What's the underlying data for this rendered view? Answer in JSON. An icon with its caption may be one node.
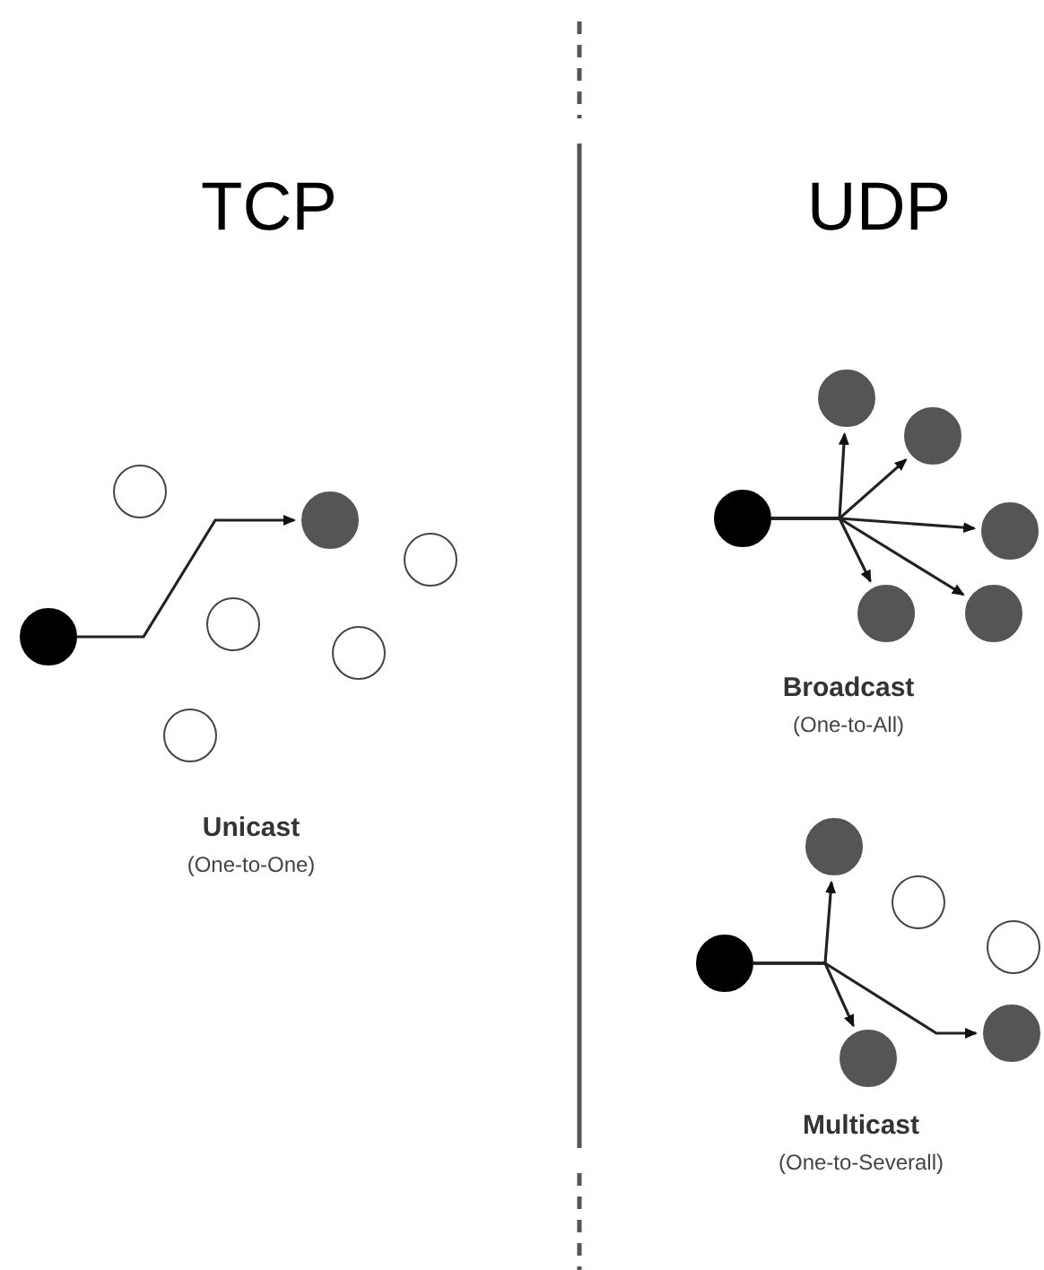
{
  "diagram": {
    "nodes": [
      {
        "text": [],
        "shape": "circle"
      },
      {
        "text": [],
        "shape": "circle"
      },
      {
        "text": [],
        "shape": "circle"
      },
      {
        "text": [],
        "shape": "circle"
      },
      {
        "text": [],
        "shape": "circle"
      },
      {
        "text": [],
        "shape": "circle"
      },
      {
        "text": [],
        "shape": "circle"
      },
      {
        "text": [],
        "shape": "circle"
      },
      {
        "text": [],
        "shape": "circle"
      },
      {
        "text": [],
        "shape": "circle"
      },
      {
        "text": [],
        "shape": "circle"
      },
      {
        "text": [],
        "shape": "circle"
      },
      {
        "text": [],
        "shape": "circle"
      },
      {
        "text": [],
        "shape": "circle"
      },
      {
        "text": [],
        "shape": "circle"
      },
      {
        "text": [],
        "shape": "circle"
      },
      {
        "text": [],
        "shape": "circle"
      },
      {
        "text": [],
        "shape": "circle"
      },
      {
        "text": [],
        "shape": "circle"
      }
    ],
    "edges": [
      {
        "from": 0,
        "to": 2,
        "arrow": "to"
      },
      {
        "from": 7,
        "to": 8,
        "arrow": "to"
      },
      {
        "from": 7,
        "to": 9,
        "arrow": "to"
      },
      {
        "from": 7,
        "to": 10,
        "arrow": "to"
      },
      {
        "from": 7,
        "to": 11,
        "arrow": "to"
      },
      {
        "from": 7,
        "to": 12,
        "arrow": "to"
      },
      {
        "from": 13,
        "to": 14,
        "arrow": "to"
      },
      {
        "from": 13,
        "to": 18,
        "arrow": "to"
      },
      {
        "from": 13,
        "to": 17,
        "arrow": "to"
      }
    ],
    "labels": [
      "TCP",
      "UDP",
      "Broadcast",
      "(One-to-All)",
      "Unicast",
      "(One-to-One)",
      "Multicast",
      "(One-to-Severall)"
    ]
  }
}
